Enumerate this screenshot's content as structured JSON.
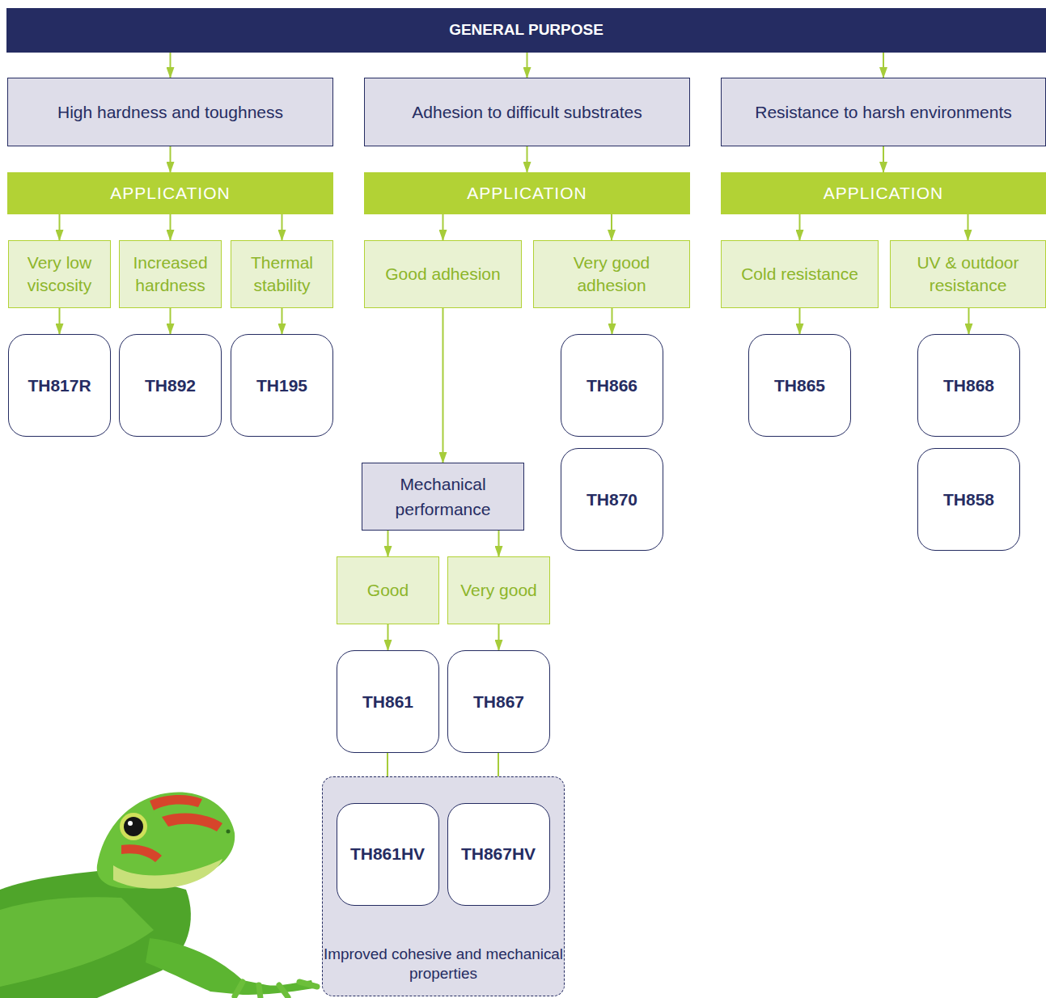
{
  "diagram": {
    "nodes": [
      {
        "text": [
          "GENERAL PURPOSE"
        ]
      },
      {
        "text": [
          "High hardness and toughness"
        ]
      },
      {
        "text": [
          "Adhesion to difficult substrates"
        ]
      },
      {
        "text": [
          "Resistance to harsh environments"
        ]
      },
      {
        "text": [
          "APPLICATION"
        ]
      },
      {
        "text": [
          "APPLICATION"
        ]
      },
      {
        "text": [
          "APPLICATION"
        ]
      },
      {
        "text": [
          "Very low viscosity"
        ]
      },
      {
        "text": [
          "Increased hardness"
        ]
      },
      {
        "text": [
          "Thermal stability"
        ]
      },
      {
        "text": [
          "Good adhesion"
        ]
      },
      {
        "text": [
          "Very good adhesion"
        ]
      },
      {
        "text": [
          "Cold resistance"
        ]
      },
      {
        "text": [
          "UV & outdoor resistance"
        ]
      },
      {
        "text": [
          "TH817R"
        ]
      },
      {
        "text": [
          "TH892"
        ]
      },
      {
        "text": [
          "TH195"
        ]
      },
      {
        "text": [
          "TH866"
        ]
      },
      {
        "text": [
          "TH870"
        ]
      },
      {
        "text": [
          "TH865"
        ]
      },
      {
        "text": [
          "TH868"
        ]
      },
      {
        "text": [
          "TH858"
        ]
      },
      {
        "text": [
          "Mechanical performance"
        ]
      },
      {
        "text": [
          "Good"
        ]
      },
      {
        "text": [
          "Very good"
        ]
      },
      {
        "text": [
          "TH861"
        ]
      },
      {
        "text": [
          "TH867"
        ]
      },
      {
        "text": [
          "Improved cohesive and mechanical properties"
        ]
      },
      {
        "text": [
          "TH861HV"
        ],
        "in": 27
      },
      {
        "text": [
          "TH867HV"
        ],
        "in": 27
      }
    ],
    "edges": [
      {
        "from": 0,
        "to": 1,
        "arrow": "to"
      },
      {
        "from": 0,
        "to": 2,
        "arrow": "to"
      },
      {
        "from": 0,
        "to": 3,
        "arrow": "to"
      },
      {
        "from": 1,
        "to": 4,
        "arrow": "to"
      },
      {
        "from": 2,
        "to": 5,
        "arrow": "to"
      },
      {
        "from": 3,
        "to": 6,
        "arrow": "to"
      },
      {
        "from": 4,
        "to": 7,
        "arrow": "to"
      },
      {
        "from": 4,
        "to": 8,
        "arrow": "to"
      },
      {
        "from": 4,
        "to": 9,
        "arrow": "to"
      },
      {
        "from": 5,
        "to": 10,
        "arrow": "to"
      },
      {
        "from": 5,
        "to": 11,
        "arrow": "to"
      },
      {
        "from": 6,
        "to": 12,
        "arrow": "to"
      },
      {
        "from": 6,
        "to": 13,
        "arrow": "to"
      },
      {
        "from": 7,
        "to": 14,
        "arrow": "to"
      },
      {
        "from": 8,
        "to": 15,
        "arrow": "to"
      },
      {
        "from": 9,
        "to": 16,
        "arrow": "to"
      },
      {
        "from": 11,
        "to": 17,
        "arrow": "to"
      },
      {
        "from": 12,
        "to": 19,
        "arrow": "to"
      },
      {
        "from": 13,
        "to": 20,
        "arrow": "to"
      },
      {
        "from": 10,
        "to": 22,
        "arrow": "to"
      },
      {
        "from": 22,
        "to": 23,
        "arrow": "to"
      },
      {
        "from": 22,
        "to": 24,
        "arrow": "to"
      },
      {
        "from": 23,
        "to": 25,
        "arrow": "to"
      },
      {
        "from": 24,
        "to": 26,
        "arrow": "to"
      },
      {
        "from": 25,
        "to": 28,
        "arrow": "to"
      },
      {
        "from": 26,
        "to": 29,
        "arrow": "to"
      }
    ]
  }
}
